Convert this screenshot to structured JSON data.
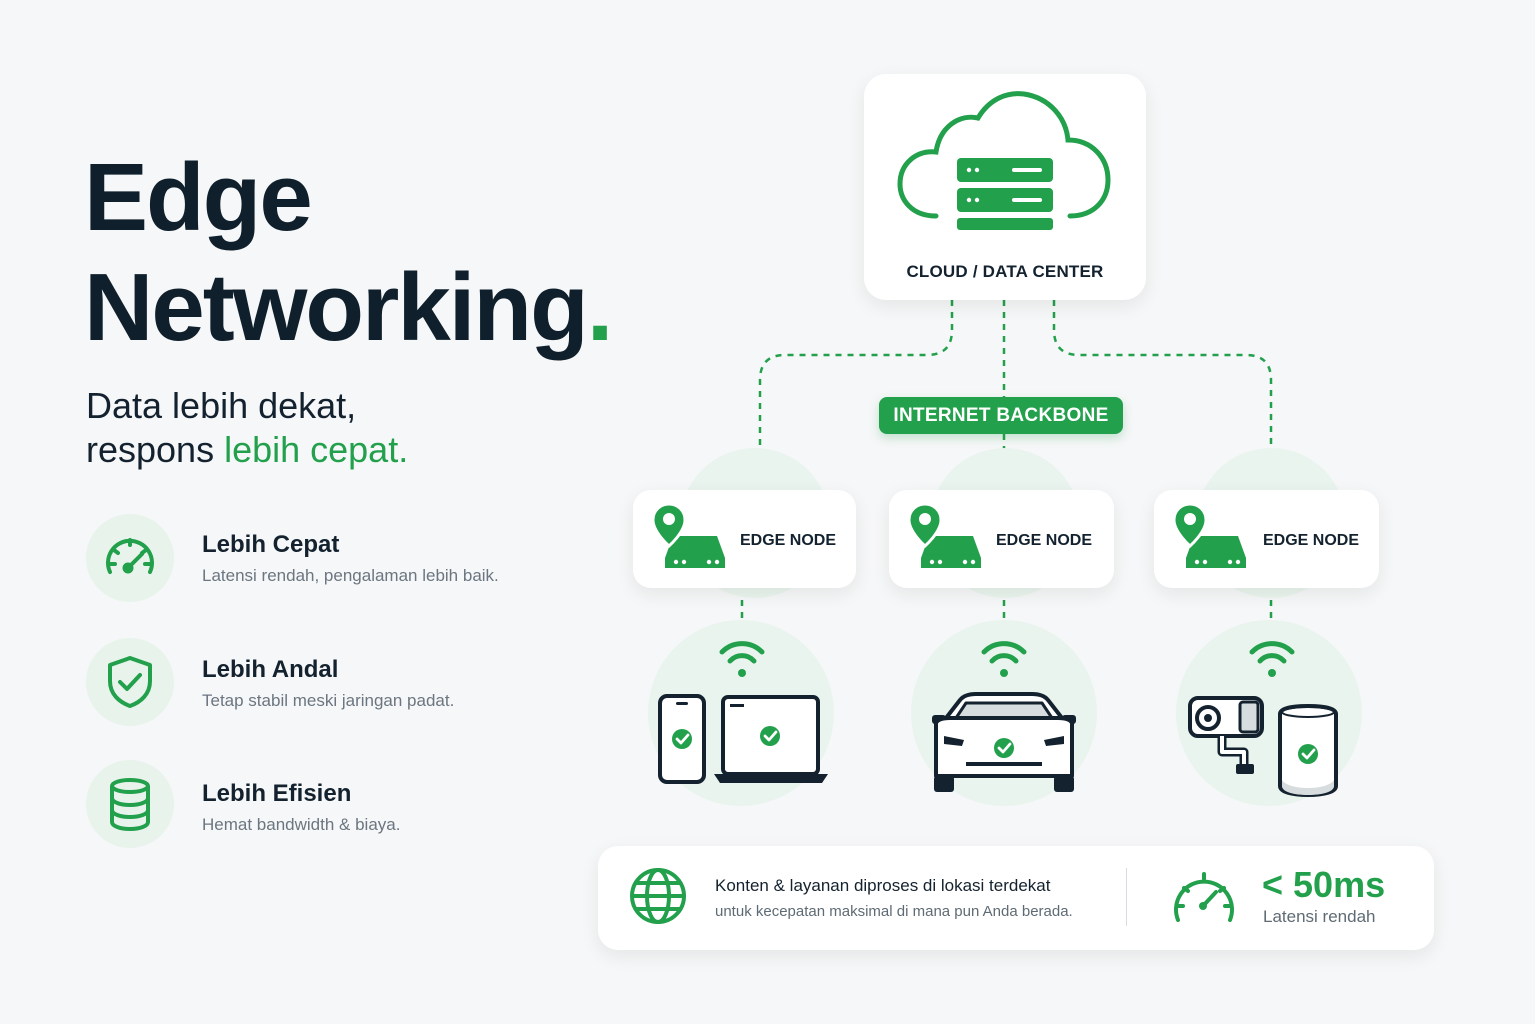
{
  "headline": {
    "line1": "Edge",
    "line2": "Networking",
    "dot": "."
  },
  "subtitle": {
    "line1": "Data lebih dekat,",
    "line2_prefix": "respons ",
    "line2_highlight": "lebih cepat."
  },
  "features": [
    {
      "icon": "speedometer-icon",
      "title": "Lebih Cepat",
      "desc": "Latensi rendah, pengalaman lebih baik."
    },
    {
      "icon": "shield-check-icon",
      "title": "Lebih Andal",
      "desc": "Tetap stabil meski jaringan padat."
    },
    {
      "icon": "database-icon",
      "title": "Lebih Efisien",
      "desc": "Hemat bandwidth & biaya."
    }
  ],
  "diagram": {
    "cloud_label": "CLOUD / DATA CENTER",
    "backbone_label": "INTERNET BACKBONE",
    "nodes": [
      {
        "label": "EDGE NODE",
        "devices": "phone-laptop"
      },
      {
        "label": "EDGE NODE",
        "devices": "car"
      },
      {
        "label": "EDGE NODE",
        "devices": "camera-speaker"
      }
    ]
  },
  "info": {
    "main": "Konten & layanan diproses di lokasi terdekat",
    "sub": "untuk kecepatan maksimal di mana pun Anda berada.",
    "latency_value": "< 50ms",
    "latency_label": "Latensi rendah"
  },
  "colors": {
    "accent": "#22a04b",
    "text": "#0f1f2b",
    "muted": "#6b7680",
    "halo": "#eaf4ee",
    "background": "#f6f7f8"
  }
}
